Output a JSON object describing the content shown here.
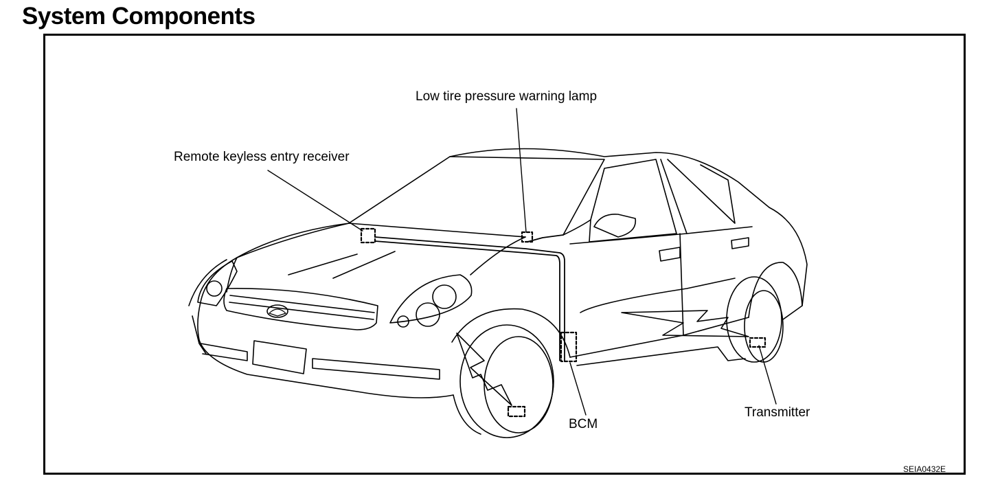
{
  "title": "System Components",
  "labels": {
    "warning_lamp": "Low tire pressure warning lamp",
    "receiver": "Remote keyless entry receiver",
    "bcm": "BCM",
    "transmitter": "Transmitter"
  },
  "figure_code": "SEIA0432E"
}
